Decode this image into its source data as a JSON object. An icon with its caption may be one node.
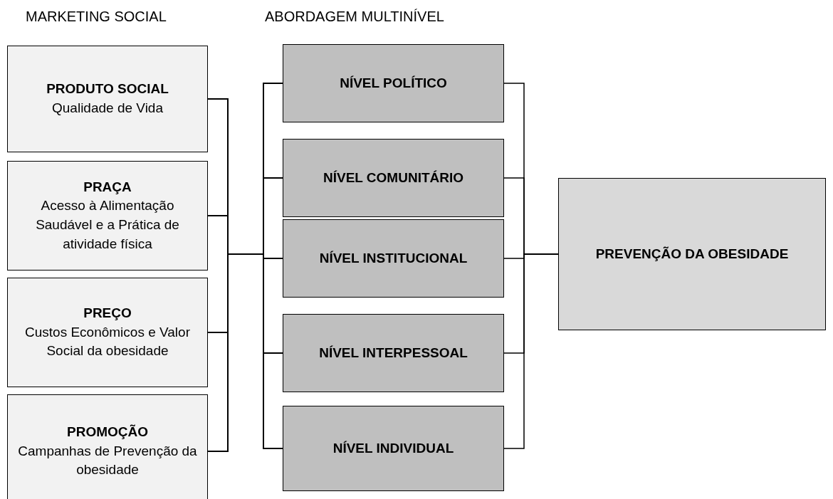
{
  "diagram": {
    "nodes": [
      {
        "text": [
          "PRODUTO SOCIAL",
          "Qualidade de Vida"
        ]
      },
      {
        "text": [
          "PRAÇA",
          "Acesso à Alimentação Saudável e a Prática de atividade física"
        ]
      },
      {
        "text": [
          "PREÇO",
          "Custos Econômicos e Valor Social da obesidade"
        ]
      },
      {
        "text": [
          "PROMOÇÃO",
          "Campanhas de Prevenção da obesidade"
        ]
      },
      {
        "text": [
          "NÍVEL POLÍTICO"
        ]
      },
      {
        "text": [
          "NÍVEL COMUNITÁRIO"
        ]
      },
      {
        "text": [
          "NÍVEL INSTITUCIONAL"
        ]
      },
      {
        "text": [
          "NÍVEL INTERPESSOAL"
        ]
      },
      {
        "text": [
          "NÍVEL INDIVIDUAL"
        ]
      },
      {
        "text": [
          "PREVENÇÃO DA OBESIDADE"
        ]
      }
    ],
    "edges": [
      {
        "from": 0,
        "to": 4,
        "arrow": "none"
      },
      {
        "from": 0,
        "to": 5,
        "arrow": "none"
      },
      {
        "from": 0,
        "to": 6,
        "arrow": "none"
      },
      {
        "from": 0,
        "to": 7,
        "arrow": "none"
      },
      {
        "from": 0,
        "to": 8,
        "arrow": "none"
      },
      {
        "from": 1,
        "to": 4,
        "arrow": "none"
      },
      {
        "from": 1,
        "to": 5,
        "arrow": "none"
      },
      {
        "from": 1,
        "to": 6,
        "arrow": "none"
      },
      {
        "from": 1,
        "to": 7,
        "arrow": "none"
      },
      {
        "from": 1,
        "to": 8,
        "arrow": "none"
      },
      {
        "from": 2,
        "to": 4,
        "arrow": "none"
      },
      {
        "from": 2,
        "to": 5,
        "arrow": "none"
      },
      {
        "from": 2,
        "to": 6,
        "arrow": "none"
      },
      {
        "from": 2,
        "to": 7,
        "arrow": "none"
      },
      {
        "from": 2,
        "to": 8,
        "arrow": "none"
      },
      {
        "from": 3,
        "to": 4,
        "arrow": "none"
      },
      {
        "from": 3,
        "to": 5,
        "arrow": "none"
      },
      {
        "from": 3,
        "to": 6,
        "arrow": "none"
      },
      {
        "from": 3,
        "to": 7,
        "arrow": "none"
      },
      {
        "from": 3,
        "to": 8,
        "arrow": "none"
      },
      {
        "from": 4,
        "to": 9,
        "arrow": "none"
      },
      {
        "from": 5,
        "to": 9,
        "arrow": "none"
      },
      {
        "from": 6,
        "to": 9,
        "arrow": "none"
      },
      {
        "from": 7,
        "to": 9,
        "arrow": "none"
      },
      {
        "from": 8,
        "to": 9,
        "arrow": "none"
      }
    ],
    "labels": [
      "MARKETING SOCIAL",
      "ABORDAGEM MULTINÍVEL"
    ]
  }
}
